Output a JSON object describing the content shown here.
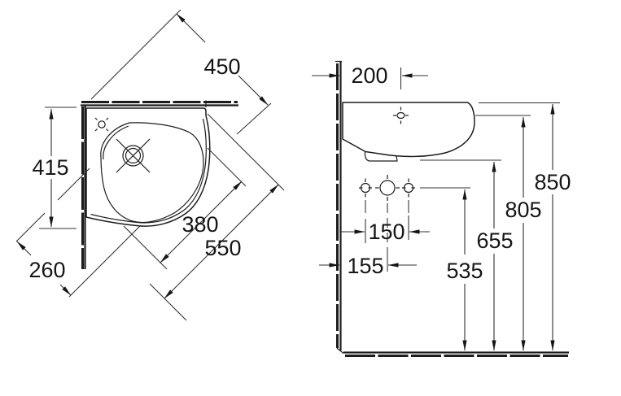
{
  "colors": {
    "background": "#ffffff",
    "line": "#1c1c1c",
    "dimension": "#303030",
    "text": "#161616"
  },
  "plan_view": {
    "name": "top view of corner washbasin",
    "dim_450": "450",
    "dim_415": "415",
    "dim_380": "380",
    "dim_550": "550",
    "dim_260": "260"
  },
  "front_view": {
    "name": "front view of corner washbasin",
    "dim_200": "200",
    "dim_150": "150",
    "dim_155": "155",
    "dim_535": "535",
    "dim_655": "655",
    "dim_805": "805",
    "dim_850": "850"
  }
}
